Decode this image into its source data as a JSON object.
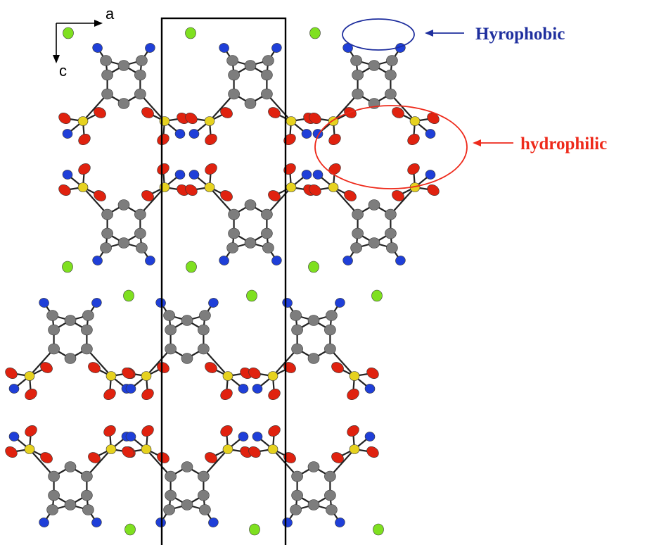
{
  "axes": {
    "a_label": "a",
    "c_label": "c"
  },
  "annotations": {
    "hydrophobic": {
      "text": "Hyrophobic",
      "color": "#1f2f9e"
    },
    "hydrophilic": {
      "text": "hydrophilic",
      "color": "#ee2a1b"
    }
  },
  "colors": {
    "carbon": "#7d7d7d",
    "sulfur": "#e6d21f",
    "oxygen": "#e0220f",
    "nitrogen": "#1f3fd8",
    "chloride": "#7fe020",
    "unit_cell": "#000000",
    "bond": "#222222"
  },
  "atoms": {
    "carbon": "carbon-atom",
    "sulfur": "sulfur-atom",
    "oxygen": "oxygen-atom",
    "nitrogen": "nitrogen-atom",
    "chloride": "chloride-ion"
  }
}
